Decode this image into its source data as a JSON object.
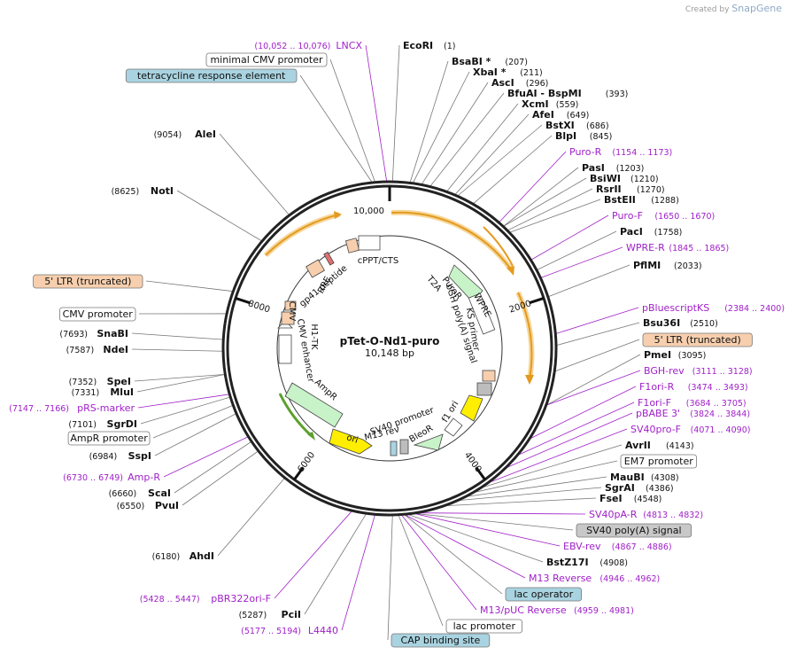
{
  "header": {
    "created_by": "Created by",
    "brand": "SnapGene"
  },
  "plasmid": {
    "name": "pTet-O-Nd1-puro",
    "size_label": "10,148 bp"
  },
  "colors": {
    "enzyme": "#111111",
    "primer": "#a020c8",
    "line": "#666666",
    "ring": "#222222",
    "orange": "#e39a1f",
    "green": "#5aa02c",
    "feature_green": "#c8f2c8",
    "yellow": "#ffee00",
    "peach": "#f7cfae",
    "tet_box": "#a9d3e0",
    "sv40_box": "#c8c8c8"
  },
  "ring_ticks": [
    "10,000",
    "2000",
    "4000",
    "6000",
    "8000"
  ],
  "inner_labels": [
    "cPPT/CTS",
    "gp41 peptide",
    "RRE",
    "T2A",
    "PuroR",
    "WPRE",
    "KS primer",
    "bGH poly(A) signal",
    "f1 ori",
    "BleoR",
    "SV40 promoter",
    "M13 rev",
    "ori",
    "AmpR",
    "CMV enhancer",
    "H1-TK",
    "CMV"
  ],
  "right_labels": [
    {
      "name": "EcoRI",
      "pos": "(1)",
      "kind": "enzyme"
    },
    {
      "name": "BsaBI *",
      "pos": "(207)",
      "kind": "enzyme"
    },
    {
      "name": "XbaI *",
      "pos": "(211)",
      "kind": "enzyme"
    },
    {
      "name": "AscI",
      "pos": "(296)",
      "kind": "enzyme"
    },
    {
      "name": "BfuAI  - BspMI",
      "pos": "(393)",
      "kind": "enzyme"
    },
    {
      "name": "XcmI",
      "pos": "(559)",
      "kind": "enzyme"
    },
    {
      "name": "AfeI",
      "pos": "(649)",
      "kind": "enzyme"
    },
    {
      "name": "BstXI",
      "pos": "(686)",
      "kind": "enzyme"
    },
    {
      "name": "BlpI",
      "pos": "(845)",
      "kind": "enzyme"
    },
    {
      "name": "Puro-R",
      "pos": "(1154 .. 1173)",
      "kind": "primer"
    },
    {
      "name": "PasI",
      "pos": "(1203)",
      "kind": "enzyme"
    },
    {
      "name": "BsiWI",
      "pos": "(1210)",
      "kind": "enzyme"
    },
    {
      "name": "RsrII",
      "pos": "(1270)",
      "kind": "enzyme"
    },
    {
      "name": "BstEII",
      "pos": "(1288)",
      "kind": "enzyme"
    },
    {
      "name": "Puro-F",
      "pos": "(1650 .. 1670)",
      "kind": "primer"
    },
    {
      "name": "PacI",
      "pos": "(1758)",
      "kind": "enzyme"
    },
    {
      "name": "WPRE-R",
      "pos": "(1845 .. 1865)",
      "kind": "primer"
    },
    {
      "name": "PflMI",
      "pos": "(2033)",
      "kind": "enzyme"
    },
    {
      "name": "pBluescriptKS",
      "pos": "(2384 .. 2400)",
      "kind": "primer"
    },
    {
      "name": "Bsu36I",
      "pos": "(2510)",
      "kind": "enzyme"
    },
    {
      "name": "5' LTR (truncated)",
      "pos": "",
      "kind": "box-peach"
    },
    {
      "name": "PmeI",
      "pos": "(3095)",
      "kind": "enzyme"
    },
    {
      "name": "BGH-rev",
      "pos": "(3111 .. 3128)",
      "kind": "primer"
    },
    {
      "name": "F1ori-R",
      "pos": "(3474 .. 3493)",
      "kind": "primer"
    },
    {
      "name": "F1ori-F",
      "pos": "(3684 .. 3705)",
      "kind": "primer"
    },
    {
      "name": "pBABE 3'",
      "pos": "(3824 .. 3844)",
      "kind": "primer"
    },
    {
      "name": "SV40pro-F",
      "pos": "(4071 .. 4090)",
      "kind": "primer"
    },
    {
      "name": "AvrII",
      "pos": "(4143)",
      "kind": "enzyme"
    },
    {
      "name": "EM7 promoter",
      "pos": "",
      "kind": "box-white"
    },
    {
      "name": "MauBI",
      "pos": "(4308)",
      "kind": "enzyme"
    },
    {
      "name": "SgrAI",
      "pos": "(4386)",
      "kind": "enzyme"
    },
    {
      "name": "FseI",
      "pos": "(4548)",
      "kind": "enzyme"
    },
    {
      "name": "SV40pA-R",
      "pos": "(4813 .. 4832)",
      "kind": "primer"
    },
    {
      "name": "SV40 poly(A) signal",
      "pos": "",
      "kind": "box-gray"
    },
    {
      "name": "EBV-rev",
      "pos": "(4867 .. 4886)",
      "kind": "primer"
    },
    {
      "name": "BstZ17I",
      "pos": "(4908)",
      "kind": "enzyme"
    },
    {
      "name": "M13 Reverse",
      "pos": "(4946 .. 4962)",
      "kind": "primer"
    },
    {
      "name": "lac operator",
      "pos": "",
      "kind": "box-blue"
    },
    {
      "name": "M13/pUC Reverse",
      "pos": "(4959 .. 4981)",
      "kind": "primer"
    },
    {
      "name": "lac promoter",
      "pos": "",
      "kind": "box-white"
    },
    {
      "name": "CAP binding site",
      "pos": "",
      "kind": "box-blue"
    }
  ],
  "left_labels": [
    {
      "name": "LNCX",
      "pos": "(10,052 .. 10,076)",
      "kind": "primer"
    },
    {
      "name": "minimal CMV promoter",
      "pos": "",
      "kind": "box-white"
    },
    {
      "name": "tetracycline response element",
      "pos": "",
      "kind": "box-blue"
    },
    {
      "name": "AleI",
      "pos": "(9054)",
      "kind": "enzyme"
    },
    {
      "name": "NotI",
      "pos": "(8625)",
      "kind": "enzyme"
    },
    {
      "name": "5' LTR (truncated)",
      "pos": "",
      "kind": "box-peach"
    },
    {
      "name": "CMV promoter",
      "pos": "",
      "kind": "box-white"
    },
    {
      "name": "SnaBI",
      "pos": "(7693)",
      "kind": "enzyme"
    },
    {
      "name": "NdeI",
      "pos": "(7587)",
      "kind": "enzyme"
    },
    {
      "name": "SpeI",
      "pos": "(7352)",
      "kind": "enzyme"
    },
    {
      "name": "MluI",
      "pos": "(7331)",
      "kind": "enzyme"
    },
    {
      "name": "pRS-marker",
      "pos": "(7147 .. 7166)",
      "kind": "primer"
    },
    {
      "name": "SgrDI",
      "pos": "(7101)",
      "kind": "enzyme"
    },
    {
      "name": "AmpR promoter",
      "pos": "",
      "kind": "box-white"
    },
    {
      "name": "SspI",
      "pos": "(6984)",
      "kind": "enzyme"
    },
    {
      "name": "Amp-R",
      "pos": "(6730 .. 6749)",
      "kind": "primer"
    },
    {
      "name": "ScaI",
      "pos": "(6660)",
      "kind": "enzyme"
    },
    {
      "name": "PvuI",
      "pos": "(6550)",
      "kind": "enzyme"
    },
    {
      "name": "AhdI",
      "pos": "(6180)",
      "kind": "enzyme"
    },
    {
      "name": "pBR322ori-F",
      "pos": "(5428 .. 5447)",
      "kind": "primer"
    },
    {
      "name": "PciI",
      "pos": "(5287)",
      "kind": "enzyme"
    },
    {
      "name": "L4440",
      "pos": "(5177 .. 5194)",
      "kind": "primer"
    }
  ]
}
